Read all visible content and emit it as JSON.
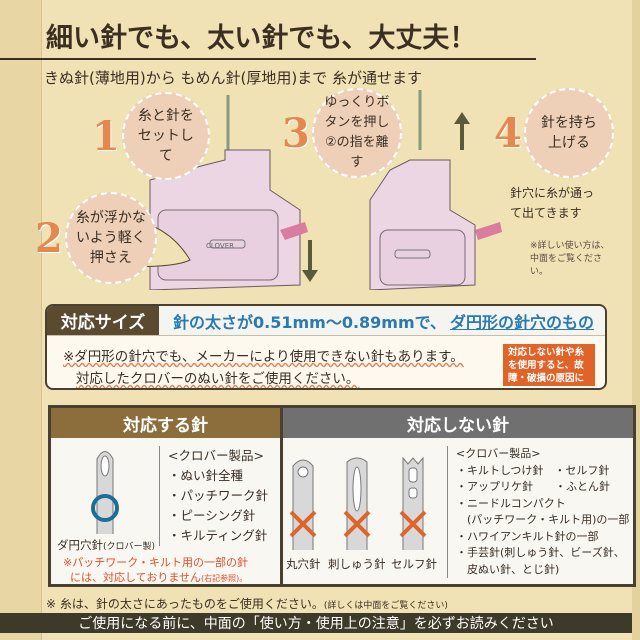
{
  "header": {
    "title": "細い針でも、太い針でも、大丈夫！",
    "subtitle": "きぬ針(薄地用)から もめん針(厚地用)まで 糸が通せます"
  },
  "steps": [
    {
      "num": "1",
      "text": "糸と針をセットして"
    },
    {
      "num": "2",
      "text": "糸が浮かないよう軽く押さえ"
    },
    {
      "num": "3",
      "text": "ゆっくりボタンを押し②の指を離す"
    },
    {
      "num": "4",
      "text": "針を持ち上げる"
    }
  ],
  "illustration": {
    "brand": "CLOVER",
    "result": "針穴に糸が通って出てきます",
    "detail_note": "※詳しい使い方は、中面をご覧ください。"
  },
  "size": {
    "label": "対応サイズ",
    "value": "針の太さが0.51mm～0.89mmで、",
    "value_link": "ダ円形の針穴のもの",
    "note1": "※ダ円形の針穴でも、メーカーにより使用できない針もあります。",
    "note2": "対応したクロバーのぬい針をご使用ください。",
    "warning": "対応しない針や糸を使用すると、故障・破損の原因になります。"
  },
  "compatible": {
    "title": "対応する針",
    "needle_label": "ダ円穴針",
    "needle_maker": "(クロバー製)",
    "list_title": "<クロバー製品>",
    "items": [
      "・ぬい針全種",
      "・パッチワーク針",
      "・ピーシング針",
      "・キルティング針"
    ],
    "note1": "※パッチワーク・キルト用の一部の針",
    "note2": "には、対応しておりません",
    "note2_small": "(右記参照)。"
  },
  "incompatible": {
    "title": "対応しない針",
    "needles": [
      "丸穴針",
      "刺しゅう針",
      "セルフ針"
    ],
    "list_title": "<クロバー製品>",
    "items": [
      "・キルトしつけ針　・セルフ針",
      "・アップリケ針　　・ふとん針",
      "・ニードルコンパクト",
      "　(パッチワーク・キルト用)の一部",
      "・ハワイアンキルト針の一部",
      "・手芸針(刺しゅう針、ビーズ針、",
      "　皮ぬい針、とじ針)"
    ]
  },
  "footer": {
    "note": "※ 糸は、針の太さにあったものをご使用ください。",
    "note_small": "(詳しくは中面をご覧ください)",
    "banner": "ご使用になる前に、中面の「使い方・使用上の注意」を必ずお読みください"
  },
  "colors": {
    "background": "#f0e2b4",
    "accent_orange": "#e58850",
    "link_blue": "#2a7ab0",
    "ok_circle": "#1a6f96",
    "ng_cross": "#e0642a"
  }
}
